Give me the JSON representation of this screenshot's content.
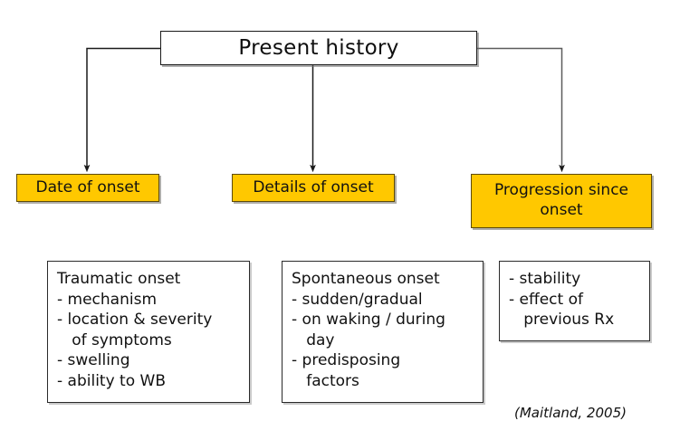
{
  "diagram": {
    "root": {
      "label": "Present history"
    },
    "branches": [
      {
        "id": "date-of-onset",
        "label": "Date of onset"
      },
      {
        "id": "details-of-onset",
        "label": "Details of onset"
      },
      {
        "id": "progression-since-onset",
        "label": "Progression since onset"
      }
    ],
    "detail_panels": [
      {
        "id": "traumatic-onset",
        "heading": "Traumatic onset",
        "items": [
          "- mechanism",
          "- location & severity",
          "   of symptoms",
          "- swelling",
          "- ability to WB"
        ]
      },
      {
        "id": "spontaneous-onset",
        "heading": "Spontaneous onset",
        "items": [
          "- sudden/gradual",
          "- on waking / during",
          "   day",
          "- predisposing",
          "   factors"
        ]
      },
      {
        "id": "progression-detail",
        "heading": "",
        "items": [
          "- stability",
          "- effect of",
          "   previous Rx"
        ]
      }
    ],
    "citation": "(Maitland, 2005)",
    "colors": {
      "node_fill": "#FFC800",
      "node_border": "#5e4a00",
      "box_border": "#2a2a2a",
      "text": "#111111",
      "background": "#ffffff"
    }
  }
}
